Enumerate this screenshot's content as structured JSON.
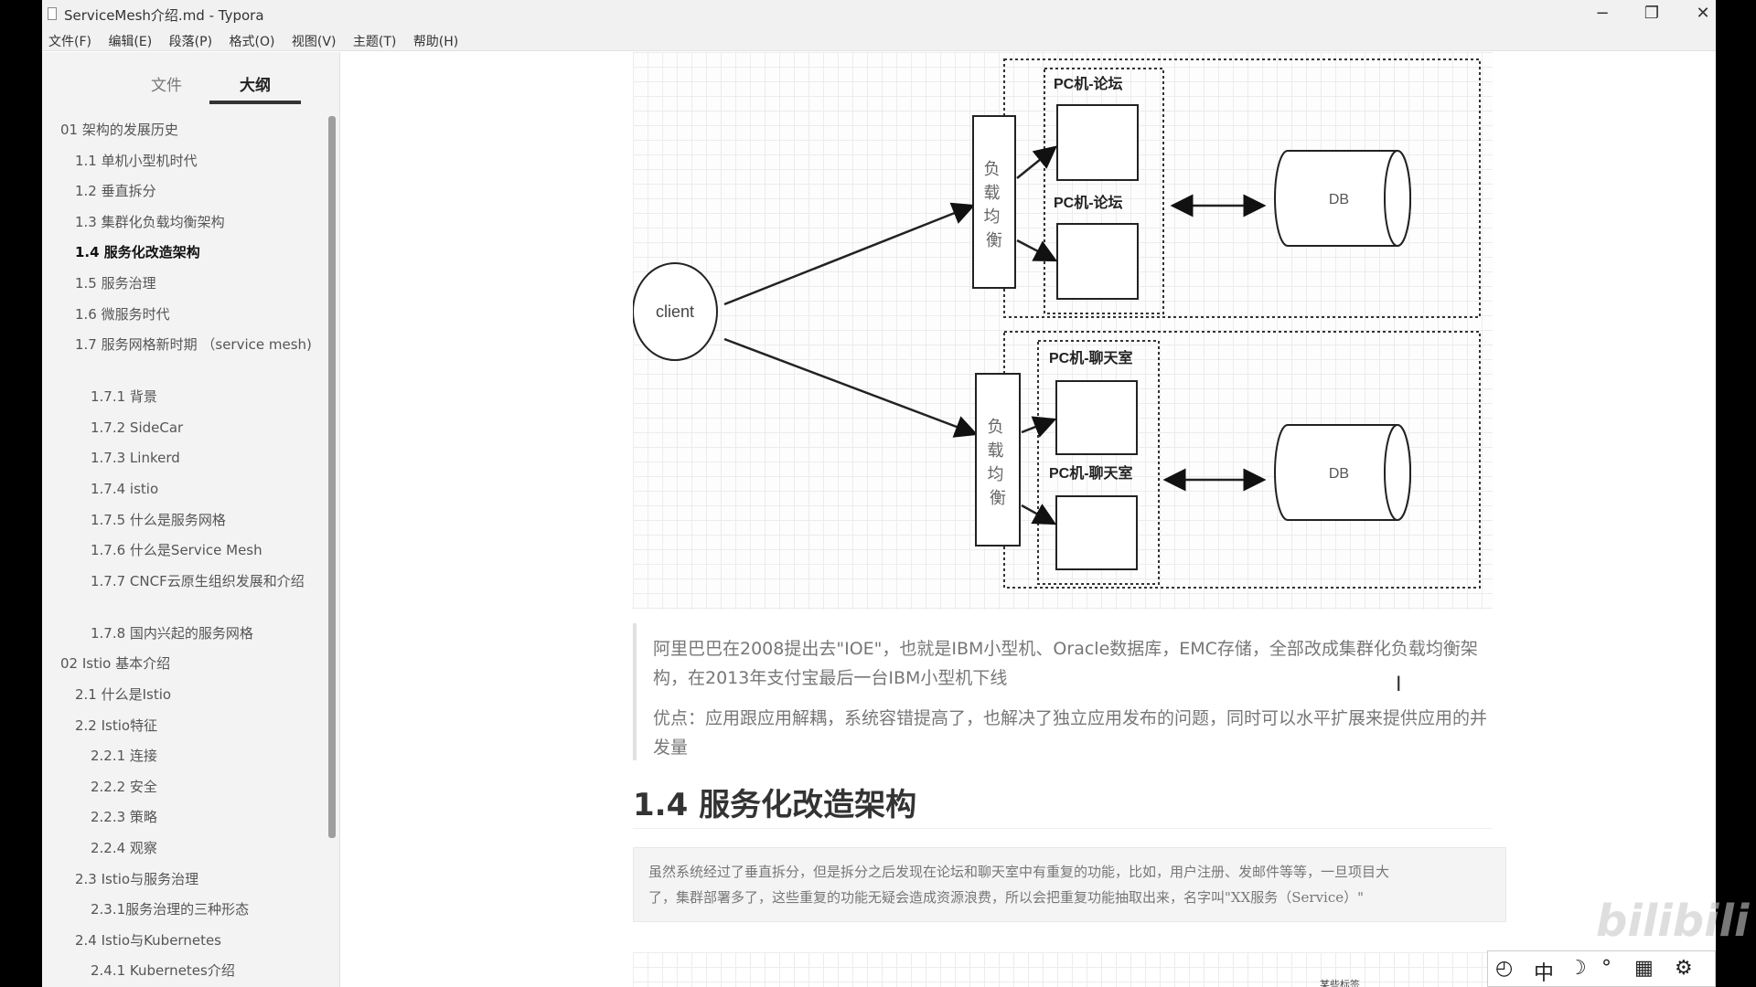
{
  "window": {
    "title": "ServiceMesh介绍.md - Typora",
    "minimize_glyph": "−",
    "restore_glyph": "❐",
    "close_glyph": "✕"
  },
  "menu": [
    "文件(F)",
    "编辑(E)",
    "段落(P)",
    "格式(O)",
    "视图(V)",
    "主题(T)",
    "帮助(H)"
  ],
  "sidebar": {
    "tabs": [
      "文件",
      "大纲"
    ],
    "active_tab": "大纲",
    "outline": [
      {
        "label": "01 架构的发展历史",
        "level": 0
      },
      {
        "label": "1.1 单机小型机时代",
        "level": 1
      },
      {
        "label": "1.2 垂直拆分",
        "level": 1
      },
      {
        "label": "1.3 集群化负载均衡架构",
        "level": 1
      },
      {
        "label": "1.4 服务化改造架构",
        "level": 1,
        "active": true
      },
      {
        "label": "1.5 服务治理",
        "level": 1
      },
      {
        "label": "1.6 微服务时代",
        "level": 1
      },
      {
        "label": "1.7 服务网格新时期 （service mesh)",
        "level": 1
      },
      {
        "label": "1.7.1 背景",
        "level": 2
      },
      {
        "label": "1.7.2 SideCar",
        "level": 2
      },
      {
        "label": "1.7.3 Linkerd",
        "level": 2
      },
      {
        "label": "1.7.4 istio",
        "level": 2
      },
      {
        "label": "1.7.5 什么是服务网格",
        "level": 2
      },
      {
        "label": "1.7.6 什么是Service Mesh",
        "level": 2
      },
      {
        "label": "1.7.7 CNCF云原生组织发展和介绍",
        "level": 2
      },
      {
        "label": "1.7.8 国内兴起的服务网格",
        "level": 2
      },
      {
        "label": "02 Istio 基本介绍",
        "level": 0
      },
      {
        "label": "2.1 什么是Istio",
        "level": 1
      },
      {
        "label": "2.2 Istio特征",
        "level": 1
      },
      {
        "label": "2.2.1 连接",
        "level": 2
      },
      {
        "label": "2.2.2 安全",
        "level": 2
      },
      {
        "label": "2.2.3 策略",
        "level": 2
      },
      {
        "label": "2.2.4 观察",
        "level": 2
      },
      {
        "label": "2.3 Istio与服务治理",
        "level": 1
      },
      {
        "label": "2.3.1服务治理的三种形态",
        "level": 2
      },
      {
        "label": "2.4 Istio与Kubernetes",
        "level": 1
      },
      {
        "label": "2.4.1 Kubernetes介绍",
        "level": 2
      }
    ],
    "bottom_left": "‹",
    "bottom_code": "</>"
  },
  "diagram": {
    "client": "client",
    "lb_top": "负载均衡",
    "lb_bottom": "负载均衡",
    "pc_forum_1": "PC机-论坛",
    "pc_forum_2": "PC机-论坛",
    "pc_chat_1": "PC机-聊天室",
    "pc_chat_2": "PC机-聊天室",
    "db_top": "DB",
    "db_bottom": "DB"
  },
  "content": {
    "quote_p1": "阿里巴巴在2008提出去\"IOE\"，也就是IBM小型机、Oracle数据库，EMC存储，全部改成集群化负载均衡架构，在2013年支付宝最后一台IBM小型机下线",
    "quote_p2": "优点：应用跟应用解耦，系统容错提高了，也解决了独立应用发布的问题，同时可以水平扩展来提供应用的并发量",
    "heading": "1.4 服务化改造架构",
    "code_line1": "虽然系统经过了垂直拆分，但是拆分之后发现在论坛和聊天室中有重复的功能，比如，用户注册、发邮件等等，一旦项目大",
    "code_line2": "了，集群部署多了，这些重复的功能无疑会造成资源浪费，所以会把重复功能抽取出来，名字叫\"XX服务（Service）\"",
    "bottom_label": "某些标签"
  },
  "ime": {
    "items": [
      "◴",
      "中",
      "☽",
      "°",
      "▦",
      "⚙"
    ]
  },
  "watermark": "bilibili"
}
